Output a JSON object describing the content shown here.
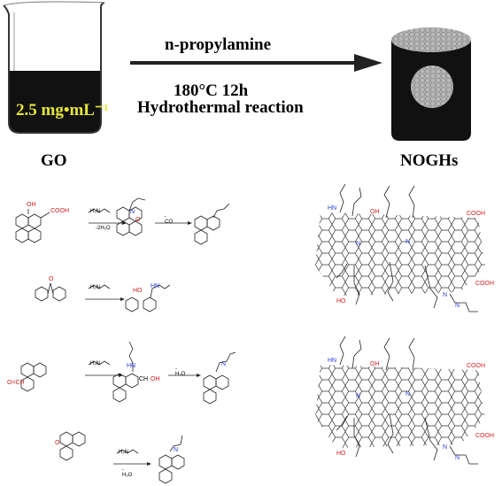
{
  "header": {
    "reagent": "n-propylamine",
    "condition_temp_time": "180°C 12h",
    "condition_type": "Hydrothermal reaction"
  },
  "beaker": {
    "concentration_label": "2.5 mg•mL⁻¹",
    "name": "GO"
  },
  "product": {
    "name": "NOGHs"
  },
  "reactions": [
    {
      "reagent": "H₂N",
      "byproduct_1": "-2H₂O",
      "byproduct_2": "-CO",
      "groups": [
        "OH",
        "COOH",
        "N",
        "O"
      ]
    },
    {
      "reagent": "H₂N",
      "groups": [
        "O",
        "HO",
        "HN"
      ]
    },
    {
      "reagent": "H₂N",
      "byproduct": "-H₂O",
      "groups": [
        "O=CH",
        "HN",
        "CH",
        "OH",
        "N"
      ]
    },
    {
      "reagent": "H₂N",
      "byproduct": "-H₂O",
      "groups": [
        "O",
        "N"
      ]
    }
  ],
  "structures": [
    {
      "groups": [
        "HN",
        "OH",
        "COOH",
        "COOH",
        "N",
        "N",
        "HO",
        "N",
        "N"
      ]
    },
    {
      "groups": [
        "HN",
        "OH",
        "COOH",
        "COOH",
        "N",
        "N",
        "HO",
        "N",
        "N"
      ]
    }
  ],
  "colors": {
    "liquid": "#111111",
    "concentration_text": "#e6e63a",
    "nitrogen": "#2b3fd6",
    "oxygen": "#d42020",
    "cylinder_body": "#111111",
    "cylinder_face": "#b9b9b9"
  }
}
